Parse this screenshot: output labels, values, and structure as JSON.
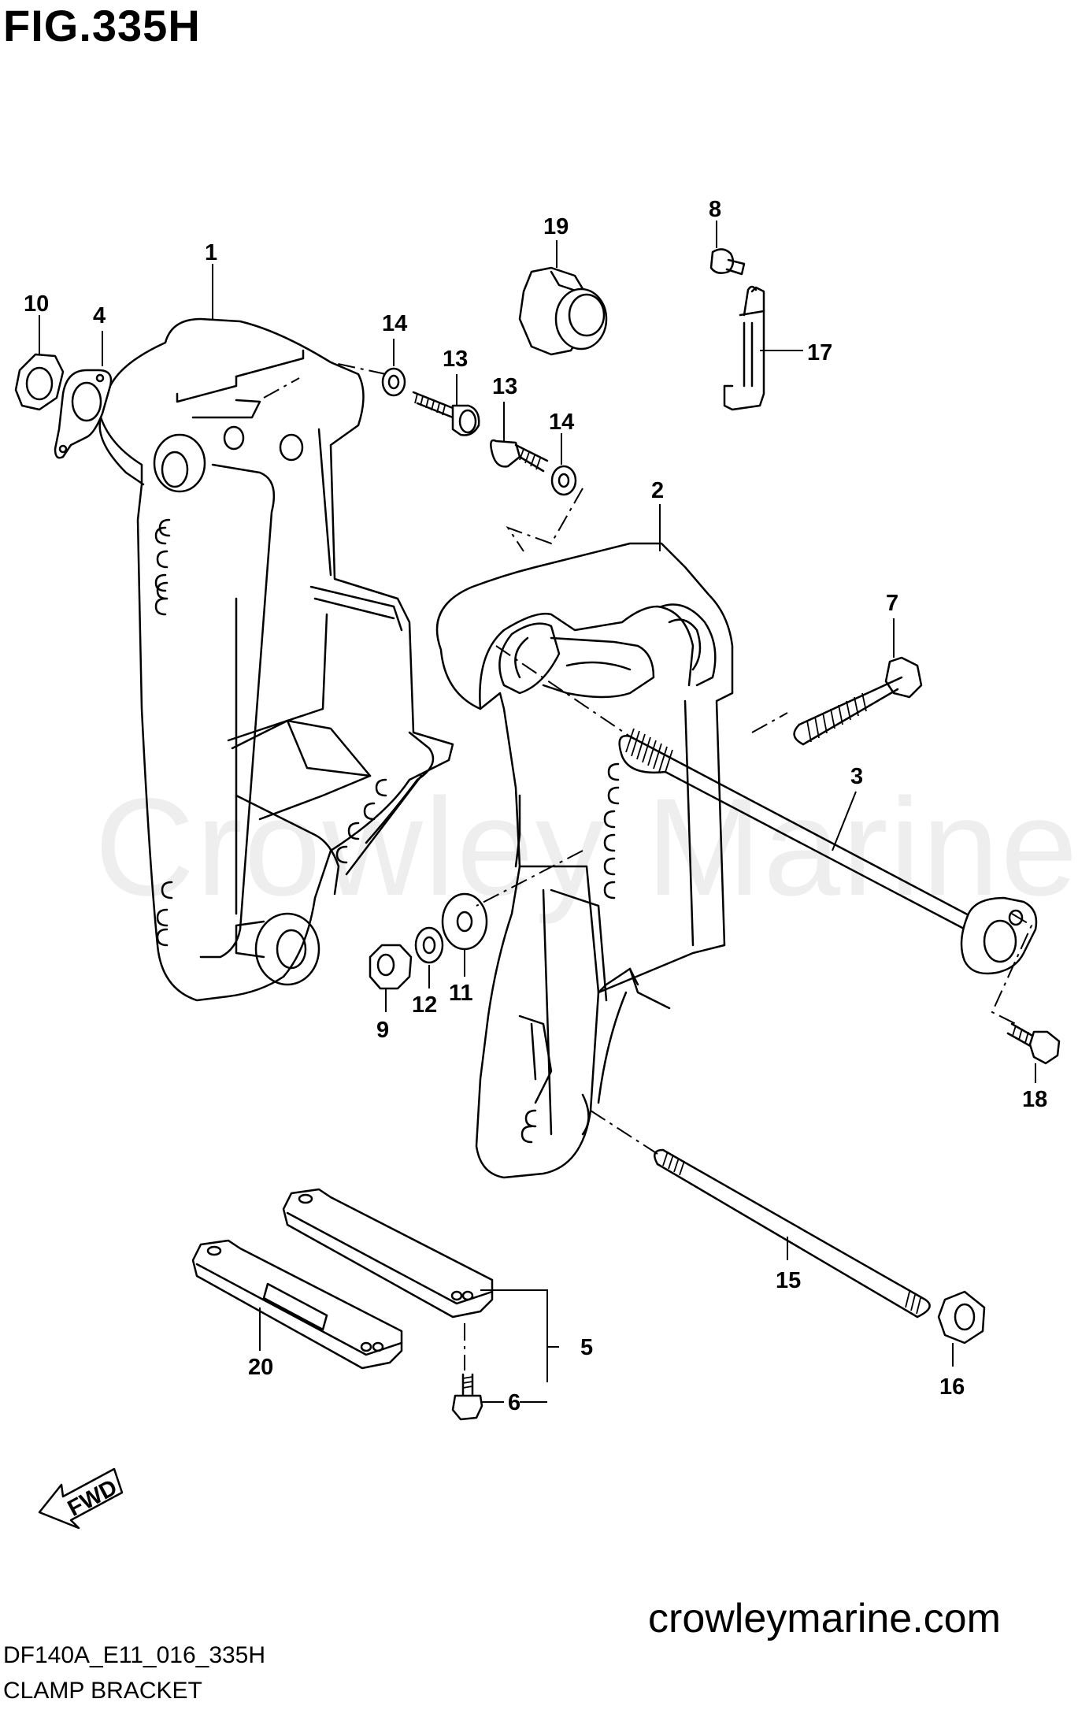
{
  "figure": {
    "title": "FIG.335H",
    "code": "DF140A_E11_016_335H",
    "caption": "CLAMP BRACKET",
    "website": "crowleymarine.com",
    "watermark": "Crowley Marine",
    "direction_label": "FWD"
  },
  "part_labels": {
    "p1": "1",
    "p2": "2",
    "p3": "3",
    "p4": "4",
    "p5": "5",
    "p6": "6",
    "p7": "7",
    "p8": "8",
    "p9": "9",
    "p10": "10",
    "p11": "11",
    "p12": "12",
    "p13a": "13",
    "p13b": "13",
    "p14a": "14",
    "p14b": "14",
    "p15": "15",
    "p16": "16",
    "p17": "17",
    "p18": "18",
    "p19": "19",
    "p20": "20"
  }
}
